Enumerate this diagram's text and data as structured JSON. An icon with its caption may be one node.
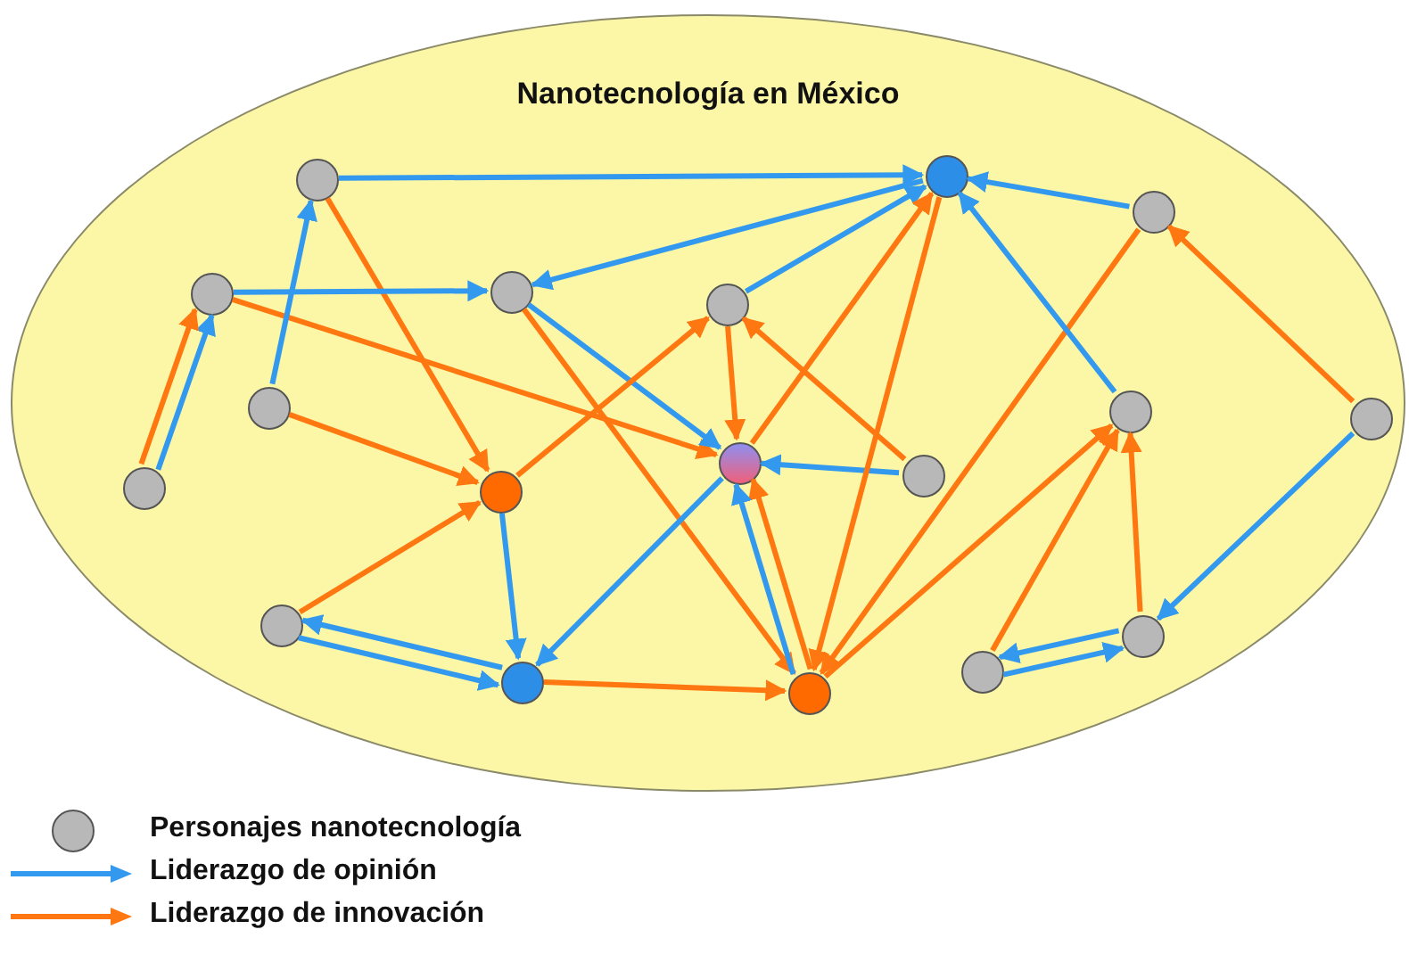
{
  "diagram": {
    "nodes": [
      {
        "text": [
          "Nanotecnología en México"
        ]
      },
      {
        "text": [],
        "shape": "circle",
        "in": 0
      },
      {
        "text": [],
        "shape": "circle",
        "in": 0
      },
      {
        "text": [],
        "shape": "circle",
        "in": 0
      },
      {
        "text": [],
        "shape": "circle",
        "in": 0
      },
      {
        "text": [],
        "shape": "circle",
        "in": 0
      },
      {
        "text": [],
        "shape": "circle",
        "in": 0
      },
      {
        "text": [],
        "shape": "circle",
        "in": 0
      },
      {
        "text": [],
        "shape": "circle",
        "in": 0
      },
      {
        "text": [],
        "shape": "circle",
        "in": 0
      },
      {
        "text": [],
        "shape": "circle",
        "in": 0
      },
      {
        "text": [],
        "shape": "circle",
        "in": 0
      },
      {
        "text": [],
        "shape": "circle",
        "in": 0
      },
      {
        "text": [],
        "shape": "circle",
        "in": 0
      },
      {
        "text": [],
        "shape": "circle",
        "in": 0
      },
      {
        "text": [],
        "shape": "circle",
        "in": 0
      },
      {
        "text": [],
        "shape": "circle",
        "in": 0
      },
      {
        "text": [],
        "shape": "circle",
        "in": 0
      },
      {
        "text": [],
        "shape": "circle",
        "in": 0
      }
    ],
    "edges": [
      {
        "from": 1,
        "to": 2,
        "arrow": "to",
        "color": "#3399ee"
      },
      {
        "from": 1,
        "to": 11,
        "arrow": "to",
        "color": "#ff7711"
      },
      {
        "from": 4,
        "to": 5,
        "arrow": "to",
        "color": "#3399ee"
      },
      {
        "from": 4,
        "to": 12,
        "arrow": "to",
        "color": "#ff7711"
      },
      {
        "from": 10,
        "to": 4,
        "arrow": "to",
        "color": "#3399ee"
      },
      {
        "from": 10,
        "to": 4,
        "arrow": "to",
        "color": "#ff7711"
      },
      {
        "from": 7,
        "to": 1,
        "arrow": "to",
        "color": "#3399ee"
      },
      {
        "from": 7,
        "to": 11,
        "arrow": "to",
        "color": "#ff7711"
      },
      {
        "from": 2,
        "to": 5,
        "arrow": "to",
        "color": "#3399ee"
      },
      {
        "from": 6,
        "to": 2,
        "arrow": "to",
        "color": "#3399ee"
      },
      {
        "from": 5,
        "to": 12,
        "arrow": "to",
        "color": "#3399ee"
      },
      {
        "from": 5,
        "to": 18,
        "arrow": "to",
        "color": "#ff7711"
      },
      {
        "from": 11,
        "to": 6,
        "arrow": "to",
        "color": "#ff7711"
      },
      {
        "from": 6,
        "to": 12,
        "arrow": "to",
        "color": "#ff7711"
      },
      {
        "from": 13,
        "to": 6,
        "arrow": "to",
        "color": "#ff7711"
      },
      {
        "from": 13,
        "to": 12,
        "arrow": "to",
        "color": "#3399ee"
      },
      {
        "from": 12,
        "to": 2,
        "arrow": "to",
        "color": "#ff7711"
      },
      {
        "from": 2,
        "to": 18,
        "arrow": "to",
        "color": "#ff7711"
      },
      {
        "from": 3,
        "to": 2,
        "arrow": "to",
        "color": "#3399ee"
      },
      {
        "from": 3,
        "to": 18,
        "arrow": "to",
        "color": "#ff7711"
      },
      {
        "from": 9,
        "to": 3,
        "arrow": "to",
        "color": "#ff7711"
      },
      {
        "from": 8,
        "to": 2,
        "arrow": "to",
        "color": "#3399ee"
      },
      {
        "from": 9,
        "to": 15,
        "arrow": "to",
        "color": "#3399ee"
      },
      {
        "from": 15,
        "to": 8,
        "arrow": "to",
        "color": "#ff7711"
      },
      {
        "from": 16,
        "to": 8,
        "arrow": "to",
        "color": "#ff7711"
      },
      {
        "from": 18,
        "to": 8,
        "arrow": "to",
        "color": "#ff7711"
      },
      {
        "from": 11,
        "to": 17,
        "arrow": "to",
        "color": "#3399ee"
      },
      {
        "from": 12,
        "to": 17,
        "arrow": "to",
        "color": "#3399ee"
      },
      {
        "from": 17,
        "to": 14,
        "arrow": "to",
        "color": "#3399ee"
      },
      {
        "from": 14,
        "to": 17,
        "arrow": "to",
        "color": "#3399ee"
      },
      {
        "from": 17,
        "to": 18,
        "arrow": "to",
        "color": "#ff7711"
      },
      {
        "from": 14,
        "to": 11,
        "arrow": "to",
        "color": "#ff7711"
      },
      {
        "from": 18,
        "to": 12,
        "arrow": "to",
        "color": "#ff7711"
      },
      {
        "from": 18,
        "to": 12,
        "arrow": "to",
        "color": "#3399ee"
      },
      {
        "from": 16,
        "to": 15,
        "arrow": "to",
        "color": "#3399ee"
      },
      {
        "from": 15,
        "to": 16,
        "arrow": "to",
        "color": "#3399ee"
      }
    ],
    "legend": [
      {
        "text": "Personajes nanotecnología"
      },
      {
        "text": "Liderazgo de opinión"
      },
      {
        "text": "Liderazgo de innovación"
      }
    ]
  }
}
